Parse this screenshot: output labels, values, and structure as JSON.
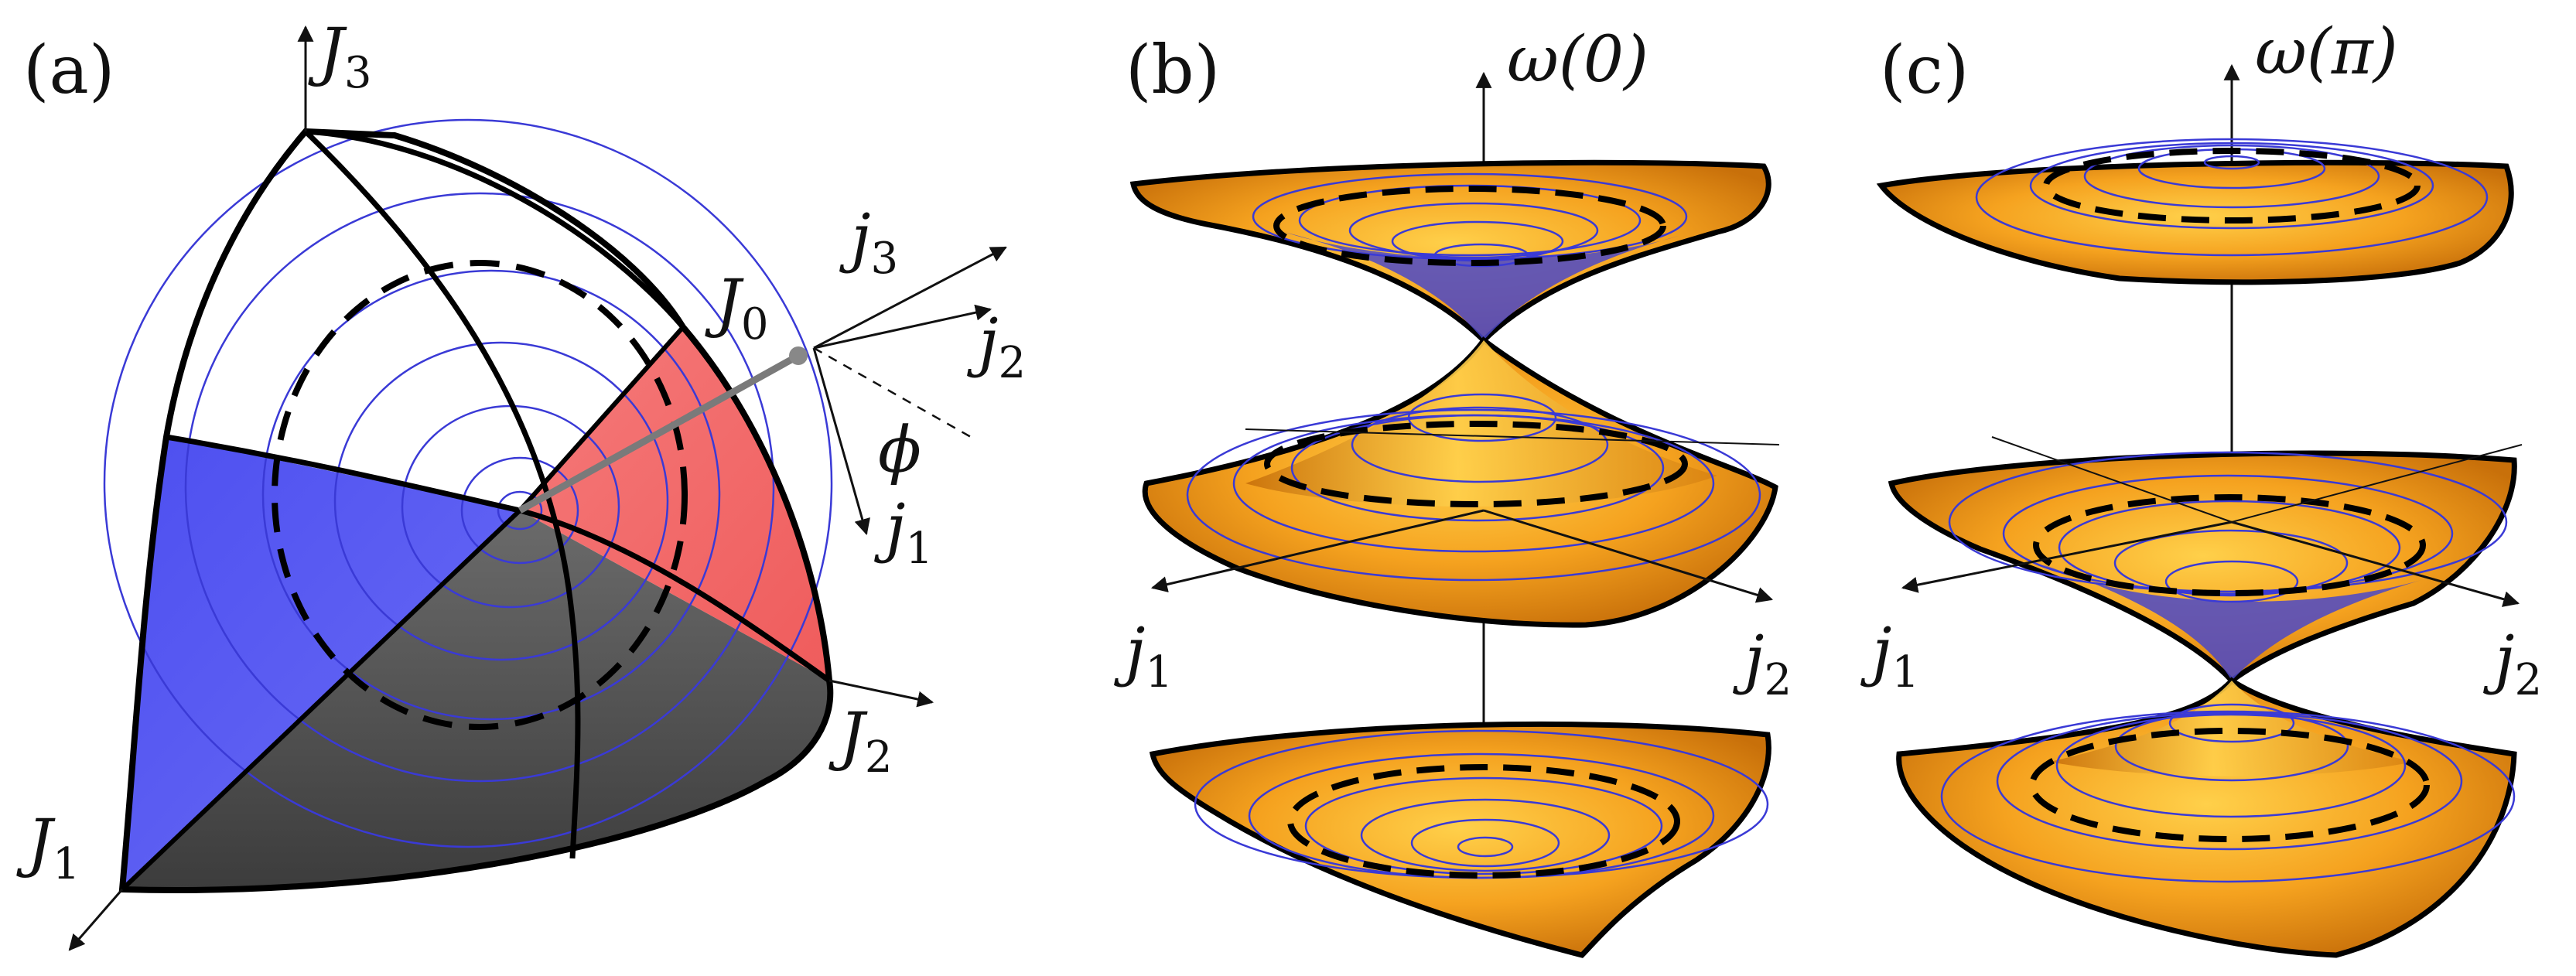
{
  "figure": {
    "panels": [
      {
        "label": "(a)",
        "axes": {
          "J1": "J",
          "J1_sub": "1",
          "J2": "J",
          "J2_sub": "2",
          "J3": "J",
          "J3_sub": "3"
        },
        "point": {
          "name": "J",
          "sub": "0"
        },
        "local_axes": {
          "j1": "j",
          "j1_sub": "1",
          "j2": "j",
          "j2_sub": "2",
          "j3": "j",
          "j3_sub": "3"
        },
        "angle": "ϕ"
      },
      {
        "label": "(b)",
        "vertical_axis": "ω(0)",
        "axes": {
          "j1": "j",
          "j1_sub": "1",
          "j2": "j",
          "j2_sub": "2"
        }
      },
      {
        "label": "(c)",
        "vertical_axis": "ω(π)",
        "axes": {
          "j1": "j",
          "j1_sub": "1",
          "j2": "j",
          "j2_sub": "2"
        }
      }
    ],
    "colors": {
      "octant_blue": "#5a5cf2",
      "octant_red": "#f77272",
      "octant_gray": "#4d4d4d",
      "contour": "#3a3ad6",
      "surface_orange": "#f5a21f",
      "surface_dark": "#c8700a"
    }
  }
}
